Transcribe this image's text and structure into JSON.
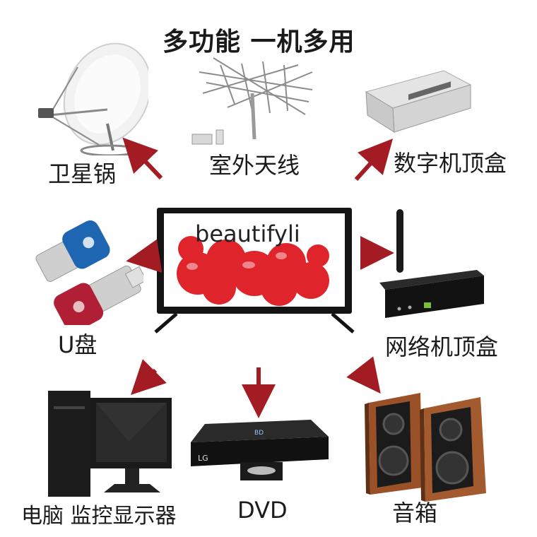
{
  "title": "多功能 一机多用",
  "watermark": "beautifyli",
  "labels": {
    "satellite": "卫星锅",
    "antenna": "室外天线",
    "digital_box": "数字机顶盒",
    "usb": "U盘",
    "network_box": "网络机顶盒",
    "computer": "电脑  监控显示器",
    "dvd": "DVD",
    "speakers": "音箱"
  },
  "device_text": {
    "dvd_brand": "LG",
    "bluray_mark": "BD"
  },
  "colors": {
    "arrow": "#a31c24",
    "heart": "#e0242b",
    "tv_frame": "#141414"
  }
}
